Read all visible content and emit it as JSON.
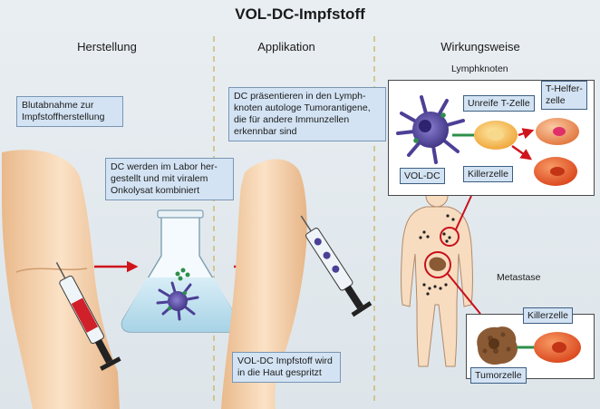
{
  "title": "VOL-DC-Impfstoff",
  "columns": {
    "herstellung": "Herstellung",
    "applikation": "Applikation",
    "wirkungsweise": "Wirkungsweise"
  },
  "notes": {
    "blutabnahme": [
      "Blutabnahme zur",
      "Impfstoffherstellung"
    ],
    "labor": [
      "DC werden im Labor her-",
      "gestellt und mit viralem",
      "Onkolysat kombiniert"
    ],
    "praesentieren": [
      "DC präsentieren in den Lymph-",
      "knoten autologe Tumorantigene,",
      "die für andere Immunzellen",
      "erkennbar sind"
    ],
    "impfung": [
      "VOL-DC Impfstoff wird",
      "in die Haut gespritzt"
    ]
  },
  "labels": {
    "lymphknoten": "Lymphknoten",
    "unreife_t_zelle": "Unreife T-Zelle",
    "t_helferzelle": [
      "T-Helfer-",
      "zelle"
    ],
    "vol_dc": "VOL-DC",
    "killerzelle_lymph": "Killerzelle",
    "metastase": "Metastase",
    "killerzelle_meta": "Killerzelle",
    "tumorzelle": "Tumorzelle"
  },
  "colors": {
    "dendritic_cell": "#5b4f9e",
    "t_cell": "#f0a73c",
    "t_helper_nucleus": "#e0306a",
    "killer_cell": "#e8562a",
    "tumor_cell": "#8a5a34",
    "arrow": "#d0141c",
    "syringe_blood": "#d0202a",
    "skin": "#f6d7b4",
    "label_fill": "#d3e3f3"
  },
  "icons": [
    "arm-icon",
    "flask-icon",
    "syringe-icon",
    "dendritic-cell-icon",
    "t-cell-icon",
    "killer-cell-icon",
    "tumor-cell-icon",
    "body-silhouette-icon",
    "red-arrow-icon"
  ]
}
